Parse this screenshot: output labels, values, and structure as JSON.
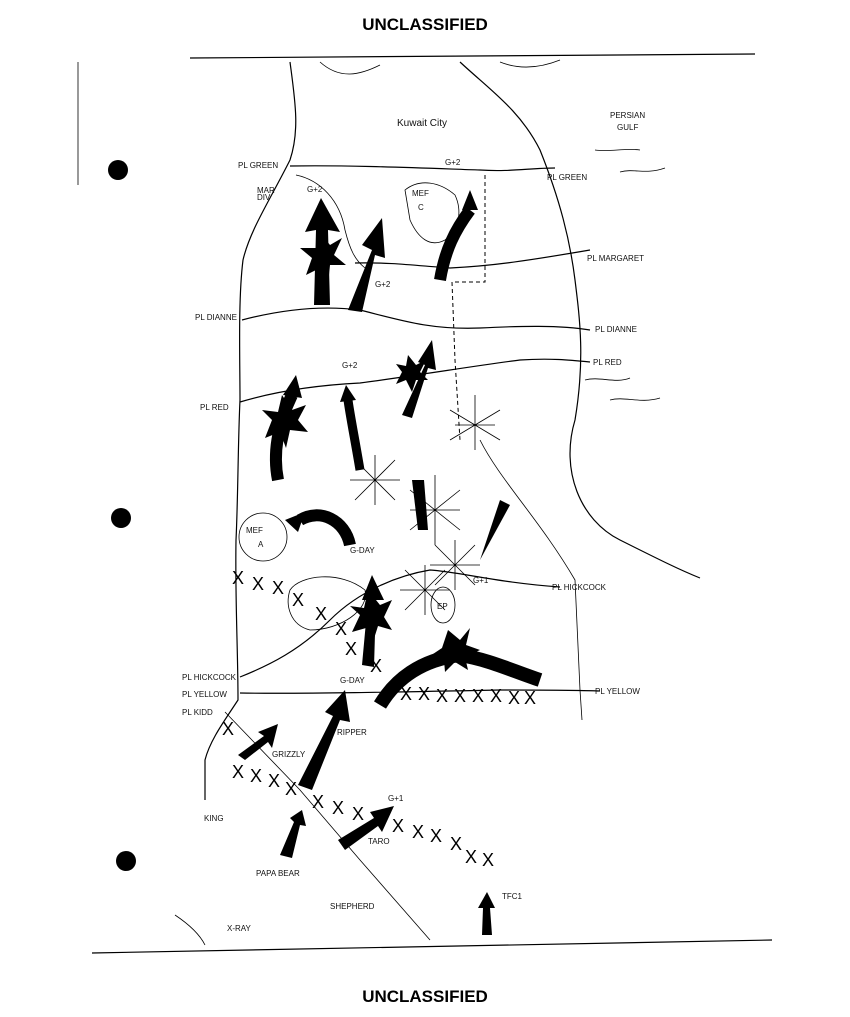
{
  "header": {
    "classification_top": "UNCLASSIFIED"
  },
  "footer": {
    "classification_bottom": "UNCLASSIFIED"
  },
  "map": {
    "places": {
      "kuwait_city": "Kuwait City",
      "persian_gulf_1": "PERSIAN",
      "persian_gulf_2": "GULF",
      "grizzly": "GRIZZLY",
      "ripper": "RIPPER",
      "king": "KING",
      "taro": "TARO",
      "papa_bear": "PAPA BEAR",
      "shepherd": "SHEPHERD",
      "x_ray": "X-RAY",
      "tf": "TFC1"
    },
    "phase_lines": {
      "green_left": "PL GREEN",
      "green_right": "PL GREEN",
      "margaret": "PL MARGARET",
      "dianne_left": "PL DIANNE",
      "dianne_right": "PL DIANNE",
      "red_left": "PL RED",
      "red_right": "PL RED",
      "hickcock_left": "PL HICKCOCK",
      "hickcock_right": "PL HICKCOCK",
      "yellow_left": "PL YELLOW",
      "yellow_right": "PL YELLOW",
      "kidd": "PL KIDD"
    },
    "units": {
      "mef_c_1": "MEF",
      "mef_c_2": "C",
      "mef_a_1": "MEF",
      "mef_a_2": "A",
      "mar_div_1": "MAR",
      "mar_div_2": "DIV",
      "ep": "EP"
    },
    "timing": {
      "g2_top": "G+2",
      "g2_north": "G+2",
      "g2_mid": "G+2",
      "g2_center": "G+2",
      "gday_mid": "G-DAY",
      "g1_mid": "G+1",
      "gday_south": "G-DAY",
      "g1_south": "G+1"
    }
  }
}
